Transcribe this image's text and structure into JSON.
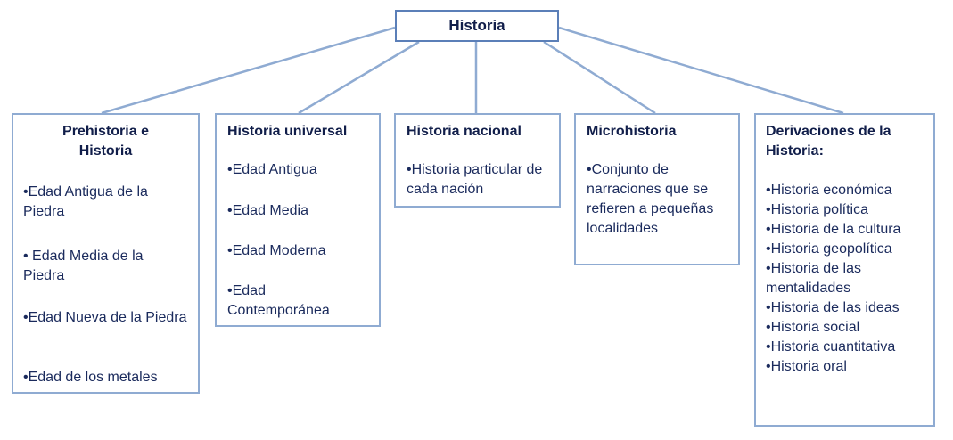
{
  "root": {
    "label": "Historia"
  },
  "branches": {
    "prehistoria": {
      "title": "Prehistoria e Historia",
      "items": [
        "•Edad Antigua de la Piedra",
        "• Edad Media de la Piedra",
        "•Edad Nueva de la Piedra",
        "•Edad de los metales"
      ]
    },
    "universal": {
      "title": "Historia universal",
      "items": [
        "•Edad Antigua",
        "•Edad Media",
        "•Edad Moderna",
        "•Edad Contemporánea"
      ]
    },
    "nacional": {
      "title": "Historia nacional",
      "items": [
        "•Historia particular de cada nación"
      ]
    },
    "micro": {
      "title": "Microhistoria",
      "items": [
        "•Conjunto de narraciones que se refieren a pequeñas localidades"
      ]
    },
    "derivaciones": {
      "title": "Derivaciones de la Historia:",
      "items": [
        "•Historia económica",
        "•Historia política",
        "•Historia de la cultura",
        "•Historia geopolítica",
        "•Historia de las mentalidades",
        "•Historia de las ideas",
        "•Historia social",
        "•Historia cuantitativa",
        "•Historia oral"
      ]
    }
  },
  "colors": {
    "line": "#8fabd2",
    "root_border": "#5b7fb8",
    "text": "#1a2a5c"
  }
}
